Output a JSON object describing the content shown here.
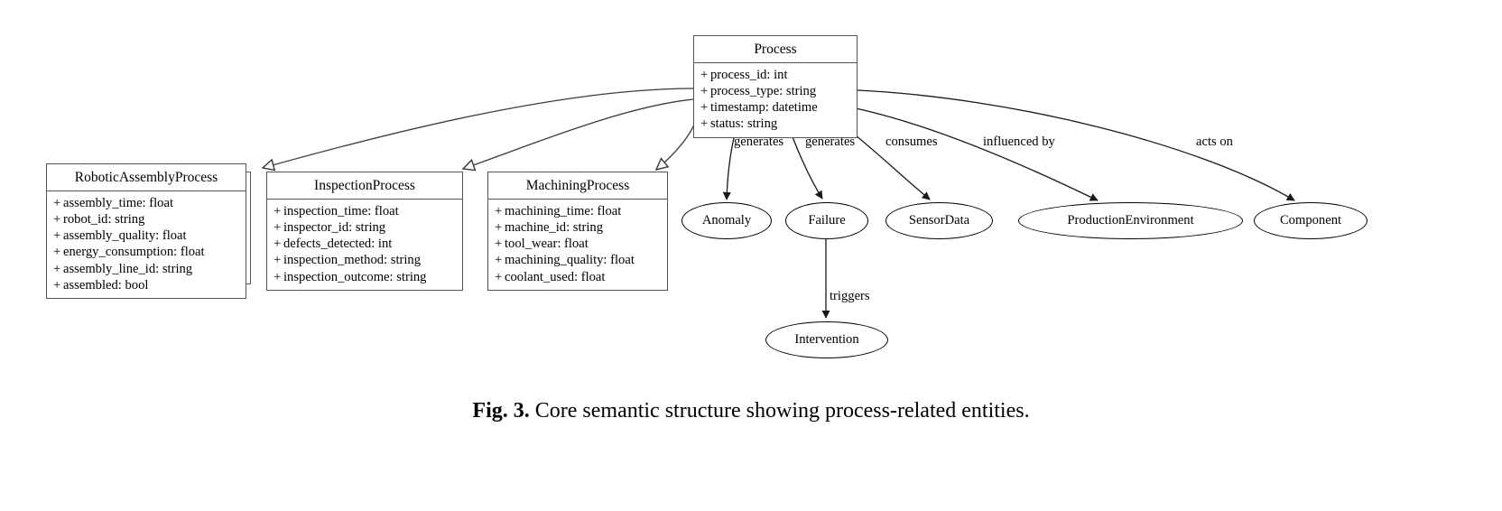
{
  "figure": {
    "number_label": "Fig. 3.",
    "caption_text": "Core semantic structure showing process-related entities."
  },
  "diagram": {
    "type": "uml-class-diagram",
    "classes": [
      {
        "name": "Process",
        "attributes": [
          "process_id: int",
          "process_type: string",
          "timestamp: datetime",
          "status: string"
        ]
      },
      {
        "name": "RoboticAssemblyProcess",
        "attributes": [
          "assembly_time: float",
          "robot_id: string",
          "assembly_quality: float",
          "energy_consumption: float",
          "assembly_line_id: string",
          "assembled: bool"
        ]
      },
      {
        "name": "InspectionProcess",
        "attributes": [
          "inspection_time: float",
          "inspector_id: string",
          "defects_detected: int",
          "inspection_method: string",
          "inspection_outcome: string"
        ]
      },
      {
        "name": "MachiningProcess",
        "attributes": [
          "machining_time: float",
          "machine_id: string",
          "tool_wear: float",
          "machining_quality: float",
          "coolant_used: float"
        ]
      }
    ],
    "entities": [
      {
        "name": "Anomaly"
      },
      {
        "name": "Failure"
      },
      {
        "name": "SensorData"
      },
      {
        "name": "ProductionEnvironment"
      },
      {
        "name": "Component"
      },
      {
        "name": "Intervention"
      }
    ],
    "relationships": [
      {
        "from": "Process",
        "to": "RoboticAssemblyProcess",
        "label": "",
        "kind": "generalization"
      },
      {
        "from": "Process",
        "to": "InspectionProcess",
        "label": "",
        "kind": "generalization"
      },
      {
        "from": "Process",
        "to": "MachiningProcess",
        "label": "",
        "kind": "generalization"
      },
      {
        "from": "Process",
        "to": "Anomaly",
        "label": "generates",
        "kind": "association"
      },
      {
        "from": "Process",
        "to": "Failure",
        "label": "generates",
        "kind": "association"
      },
      {
        "from": "Process",
        "to": "SensorData",
        "label": "consumes",
        "kind": "association"
      },
      {
        "from": "Process",
        "to": "ProductionEnvironment",
        "label": "influenced by",
        "kind": "association"
      },
      {
        "from": "Process",
        "to": "Component",
        "label": "acts on",
        "kind": "association"
      },
      {
        "from": "Failure",
        "to": "Intervention",
        "label": "triggers",
        "kind": "association"
      }
    ],
    "edge_labels": {
      "generates_anomaly": "generates",
      "generates_failure": "generates",
      "consumes": "consumes",
      "influenced_by": "influenced by",
      "acts_on": "acts on",
      "triggers": "triggers"
    },
    "attribute_visibility_marker": "+",
    "colors": {
      "background": "#ffffff",
      "stroke": "#000000",
      "box_border": "#555555",
      "text": "#000000"
    }
  }
}
